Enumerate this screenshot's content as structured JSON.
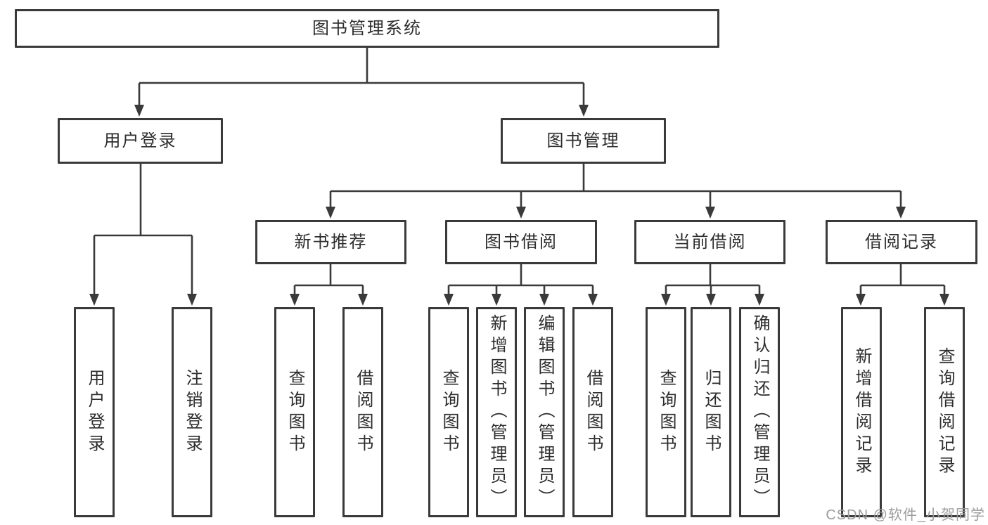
{
  "tree": {
    "title": "图书管理系统",
    "children": [
      {
        "label": "用户登录",
        "children": [
          {
            "label": "用户登录"
          },
          {
            "label": "注销登录"
          }
        ]
      },
      {
        "label": "图书管理",
        "children": [
          {
            "label": "新书推荐",
            "children": [
              {
                "label": "查询图书"
              },
              {
                "label": "借阅图书"
              }
            ]
          },
          {
            "label": "图书借阅",
            "children": [
              {
                "label": "查询图书"
              },
              {
                "label": "新增图书（管理员）"
              },
              {
                "label": "编辑图书（管理员）"
              },
              {
                "label": "借阅图书"
              }
            ]
          },
          {
            "label": "当前借阅",
            "children": [
              {
                "label": "查询图书"
              },
              {
                "label": "归还图书"
              },
              {
                "label": "确认归还（管理员）"
              }
            ]
          },
          {
            "label": "借阅记录",
            "children": [
              {
                "label": "新增借阅记录"
              },
              {
                "label": "查询借阅记录"
              }
            ]
          }
        ]
      }
    ]
  },
  "watermark": {
    "text": "CSDN @软件_小贺同学"
  },
  "colors": {
    "line": "#3a3a3a",
    "box_border": "#3a3a3a",
    "text": "#2d2d2d",
    "watermark": "#9c9c9c",
    "background": "#ffffff"
  }
}
